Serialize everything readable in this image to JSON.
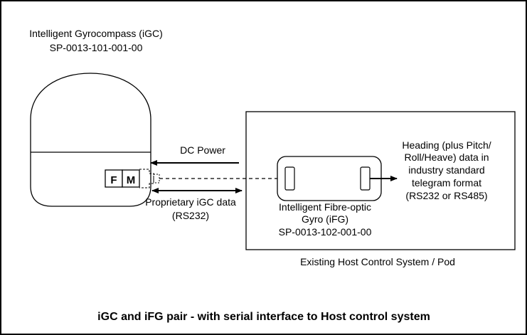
{
  "igc": {
    "name": "Intelligent Gyrocompass (iGC)",
    "part": "SP-0013-101-001-00",
    "connector_f": "F",
    "connector_m": "M"
  },
  "dc_power": "DC Power",
  "serial_link": {
    "line1": "Proprietary iGC data",
    "line2": "(RS232)"
  },
  "ifg": {
    "line1": "Intelligent Fibre-optic",
    "line2": "Gyro (iFG)",
    "part": "SP-0013-102-001-00"
  },
  "output": {
    "lines": [
      "Heading (plus Pitch/",
      "Roll/Heave) data in",
      "industry standard",
      "telegram format",
      "(RS232 or RS485)"
    ]
  },
  "host": "Existing Host Control System / Pod",
  "caption": "iGC and iFG pair - with serial interface to Host control system"
}
